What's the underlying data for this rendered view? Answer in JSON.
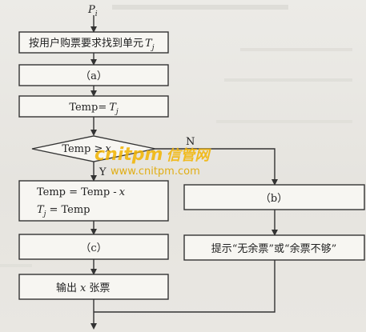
{
  "start": {
    "symbol": "P",
    "sub": "i"
  },
  "step1": {
    "text": "按用户购票要求找到单元",
    "var": "T",
    "sub": "j"
  },
  "stepA": {
    "label": "（a）"
  },
  "assign": {
    "text": "Temp=",
    "var": "T",
    "sub": "j"
  },
  "decision": {
    "text": "Temp ≥",
    "var": "x",
    "yes": "Y",
    "no": "N"
  },
  "yesBox": {
    "line1_text": "Temp = Temp -",
    "line1_var": "x",
    "line2_var": "T",
    "line2_sub": "j",
    "line2_text": "= Temp"
  },
  "stepB": {
    "label": "（b）"
  },
  "stepC": {
    "label": "（c）"
  },
  "output": {
    "text_before": "输出",
    "var": "x",
    "text_after": "张票"
  },
  "prompt": {
    "text": "提示“无余票”或“余票不够”"
  },
  "watermark": {
    "logo": "cnitpm",
    "logo_cn": "信管网",
    "url": "www.cnitpm.com"
  }
}
